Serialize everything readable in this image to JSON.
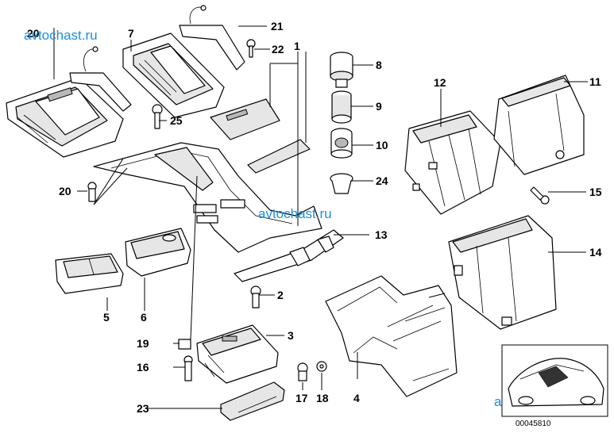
{
  "watermark": "avtochast.ru",
  "drawing_code": "00045810",
  "callouts": {
    "c1": "1",
    "c2": "2",
    "c3": "3",
    "c4": "4",
    "c5": "5",
    "c6": "6",
    "c7": "7",
    "c8": "8",
    "c9": "9",
    "c10": "10",
    "c11": "11",
    "c12": "12",
    "c13": "13",
    "c14": "14",
    "c15": "15",
    "c16": "16",
    "c17": "17",
    "c18": "18",
    "c19": "19",
    "c20": "20",
    "c20b": "20",
    "c21": "21",
    "c22": "22",
    "c23": "23",
    "c24": "24",
    "c25": "25"
  },
  "colors": {
    "watermark": "#1a8fe0",
    "line": "#000000",
    "fill": "#ffffff",
    "shade": "#e6e6e6"
  }
}
